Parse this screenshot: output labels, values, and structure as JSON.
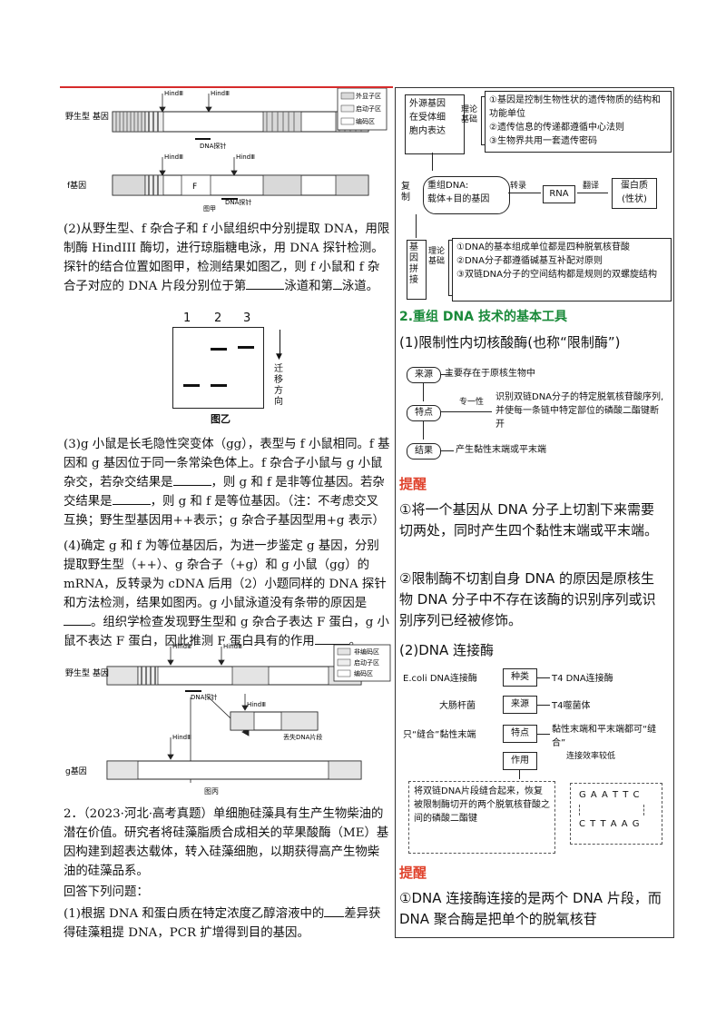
{
  "left": {
    "fig_a": {
      "wild_label": "野生型\n基因",
      "f_label": "f基因",
      "hind": "HindⅢ",
      "probe": "DNA探针",
      "legend": [
        "外显子区",
        "启动子区",
        "编码区"
      ],
      "f_box": "F",
      "caption": "图甲"
    },
    "q2": "(2)从野生型、f 杂合子和 f 小鼠组织中分别提取 DNA，用限制酶 HindIII 酶切，进行琼脂糖电泳，用 DNA 探针检测。探针的结合位置如图甲，检测结果如图乙，则 f 小鼠和 f 杂合子对应的 DNA 片段分别位于第",
    "q2_mid": "泳道和第",
    "q2_end": "泳道。",
    "fig_b": {
      "lanes": [
        "1",
        "2",
        "3"
      ],
      "arrow_label": "迁\n移\n方\n向",
      "caption": "图乙"
    },
    "q3": "(3)g 小鼠是长毛隐性突变体（gg），表型与 f 小鼠相同。f 基因和 g 基因位于同一条常染色体上。f 杂合子小鼠与 g 小鼠杂交，若杂交结果是",
    "q3_b": "，则 g 和 f 是非等位基因。若杂交结果是",
    "q3_c": "，则 g 和 f 是等位基因。（注：不考虑交叉互换；野生型基因用++表示；g 杂合子基因型用+g 表示）",
    "q4": "(4)确定 g 和 f 为等位基因后，为进一步鉴定 g 基因，分别提取野生型（++）、g 杂合子（+g）和 g 小鼠（gg）的 mRNA，反转录为 cDNA 后用（2）小题同样的 DNA 探针和方法检测，结果如图丙。g 小鼠泳道没有条带的原因是",
    "q4_b": "。组织学检查发现野生型和 g 杂合子表达 F 蛋白，g 小鼠不表达 F 蛋白，因此推测 F 蛋白具有的作用",
    "q4_end": "。",
    "fig_c": {
      "wild_label": "野生型\n基因",
      "g_label": "g基因",
      "lost": "丢失DNA片段",
      "hind": "HindⅢ",
      "probe": "DNA探针",
      "legend": [
        "非编码区",
        "启动子区",
        "编码区"
      ],
      "caption": "图丙"
    },
    "p2_head": "2．（2023·河北·高考真题）单细胞硅藻具有生产生物柴油的潜在价值。研究者将硅藻脂质合成相关的苹果酸酶（ME）基因构建到超表达载体，转入硅藻细胞，以期获得高产生物柴油的硅藻品系。",
    "p2_ask": "回答下列问题：",
    "p2_q1": "(1)根据 DNA 和蛋白质在特定浓度乙醇溶液中的",
    "p2_q1_end": "差异获得硅藻粗提 DNA，PCR 扩增得到目的基因。"
  },
  "right": {
    "d1": {
      "left_box": "外源基因\n在受体细\n胞内表达",
      "theory": "理论\n基础",
      "items": [
        "①基因是控制生物性状的遗传物质的结构和功能单位",
        "②遗传信息的传递都遵循中心法则",
        "③生物界共用一套遗传密码"
      ],
      "recomb": "重组DNA:\n载体+目的基因",
      "copy": "复\n制",
      "transcribe": "转录",
      "translate": "翻译",
      "rna": "RNA",
      "protein": "蛋白质\n(性状)",
      "splice": "基\n因\n拼\n接",
      "theory2": "理论\n基础",
      "items2": [
        "①DNA的基本组成单位都是四种脱氧核苷酸",
        "②DNA分子都遵循碱基互补配对原则",
        "③双链DNA分子的空间结构都是规则的双螺旋结构"
      ]
    },
    "s2_title": "2.重组 DNA 技术的基本工具",
    "s2_1": "(1)限制性内切核酸酶(也称“限制酶”)",
    "d2": {
      "source": "来源",
      "source_text": "主要存在于原核生物中",
      "trait": "特点",
      "specificity": "专一性",
      "trait_text": "识别双链DNA分子的特定脱氧核苷酸序列,并使每一条链中特定部位的磷酸二酯键断开",
      "result": "结果",
      "result_text": "产生黏性末端或平末端"
    },
    "tip_label": "提醒",
    "tip1_a": "①将一个基因从 DNA 分子上切割下来需要切两处，同时产生四个黏性末端或平末端。",
    "tip1_b": "②限制酶不切割自身 DNA 的原因是原核生物 DNA 分子中不存在该酶的识别序列或识别序列已经被修饰。",
    "s2_2": "(2)DNA 连接酶",
    "d3": {
      "ecoli": "E.coli DNA连接酶",
      "kind": "种类",
      "t4": "T4 DNA连接酶",
      "ecoli_src": "大肠杆菌",
      "source": "来源",
      "t4_src": "T4噬菌体",
      "only": "只“缝合”黏性末端",
      "trait": "特点",
      "both": "黏性末端和平末端都可“缝合”",
      "low": "连接效率较低",
      "use": "作用",
      "use_text": "将双链DNA片段缝合起来，恢复被限制酶切开的两个脱氧核苷酸之间的磷酸二酯键",
      "seq_top": "G A A T T C",
      "seq_bot": "C T T A A G"
    },
    "tip2_label": "提醒",
    "tip2": "①DNA 连接酶连接的是两个 DNA 片段，而 DNA 聚合酶是把单个的脱氧核苷"
  }
}
